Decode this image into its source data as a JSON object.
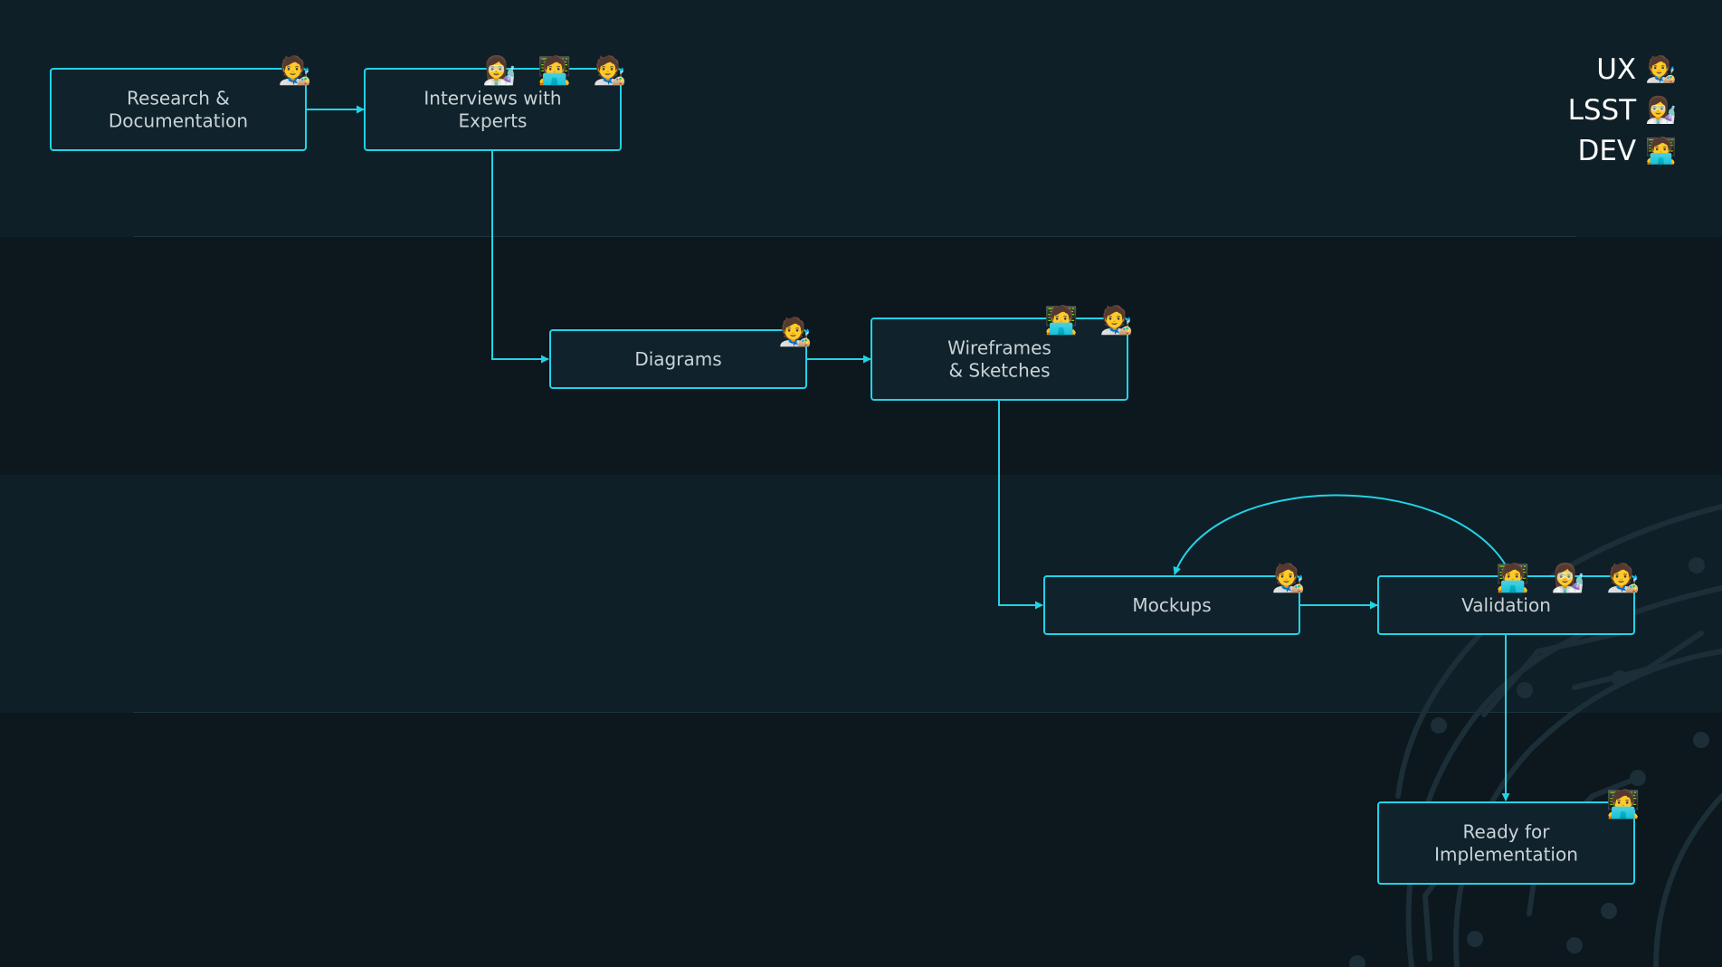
{
  "nodes": [
    {
      "id": "research",
      "lines": [
        "Research &",
        "Documentation"
      ],
      "roles": [
        "ux"
      ]
    },
    {
      "id": "interviews",
      "lines": [
        "Interviews with",
        "Experts"
      ],
      "roles": [
        "lsst",
        "dev",
        "ux"
      ]
    },
    {
      "id": "diagrams",
      "lines": [
        "Diagrams"
      ],
      "roles": [
        "ux"
      ]
    },
    {
      "id": "wireframes",
      "lines": [
        "Wireframes",
        "& Sketches"
      ],
      "roles": [
        "dev",
        "ux"
      ]
    },
    {
      "id": "mockups",
      "lines": [
        "Mockups"
      ],
      "roles": [
        "ux"
      ]
    },
    {
      "id": "validation",
      "lines": [
        "Validation"
      ],
      "roles": [
        "dev",
        "lsst",
        "ux"
      ]
    },
    {
      "id": "ready",
      "lines": [
        "Ready for",
        "Implementation"
      ],
      "roles": [
        "dev"
      ]
    }
  ],
  "legend": [
    {
      "label": "UX",
      "icon": "🧑‍🎨",
      "icon_name": "artist-icon"
    },
    {
      "label": "LSST",
      "icon": "👩‍🔬",
      "icon_name": "scientist-icon"
    },
    {
      "label": "DEV",
      "icon": "🧑‍💻",
      "icon_name": "technologist-icon"
    }
  ],
  "role_icons": {
    "ux": "🧑‍🎨",
    "lsst": "👩‍🔬",
    "dev": "🧑‍💻"
  },
  "colors": {
    "accent": "#22d3e6",
    "background": "#0d1b23",
    "node_fill": "#10222b",
    "text": "#c9d3d8"
  }
}
